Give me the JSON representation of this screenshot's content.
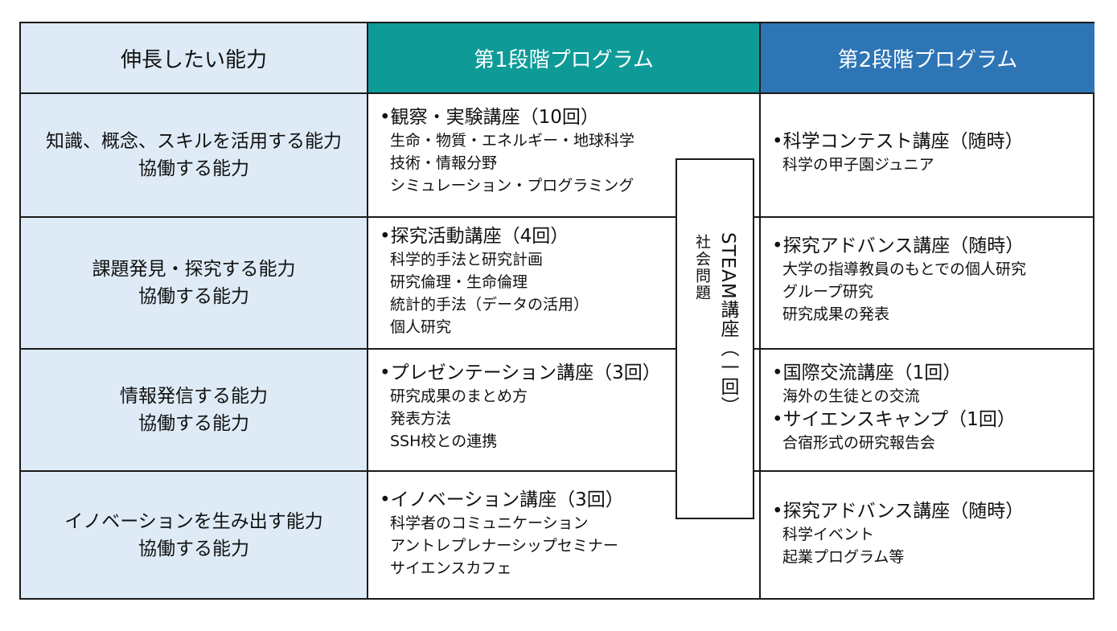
{
  "headers": [
    "伸長したい能力",
    "第1段階プログラム",
    "第2段階プログラム"
  ],
  "rows": [
    {
      "abilities": [
        "知識、概念、スキルを活用する能力",
        "協働する能力"
      ],
      "stage1": [
        {
          "title": "•観察・実験講座（10回）",
          "lines": [
            "生命・物質・エネルギー・地球科学",
            "技術・情報分野",
            "シミュレーション・プログラミング"
          ]
        }
      ],
      "stage2": [
        {
          "title": "•科学コンテスト講座（随時）",
          "lines": [
            "科学の甲子園ジュニア"
          ]
        }
      ]
    },
    {
      "abilities": [
        "課題発見・探究する能力",
        "協働する能力"
      ],
      "stage1": [
        {
          "title": "•探究活動講座（4回）",
          "lines": [
            "科学的手法と研究計画",
            "研究倫理・生命倫理",
            "統計的手法（データの活用）",
            "個人研究"
          ]
        }
      ],
      "stage2": [
        {
          "title": "•探究アドバンス講座（随時）",
          "lines": [
            "大学の指導教員のもとでの個人研究",
            "グループ研究",
            "研究成果の発表"
          ]
        }
      ]
    },
    {
      "abilities": [
        "情報発信する能力",
        "協働する能力"
      ],
      "stage1": [
        {
          "title": "•プレゼンテーション講座（3回）",
          "lines": [
            "研究成果のまとめ方",
            "発表方法",
            "SSH校との連携"
          ]
        }
      ],
      "stage2": [
        {
          "title": "•国際交流講座（1回）",
          "lines": [
            "海外の生徒との交流"
          ]
        },
        {
          "title": "•サイエンスキャンプ（1回）",
          "lines": [
            "合宿形式の研究報告会"
          ]
        }
      ]
    },
    {
      "abilities": [
        "イノベーションを生み出す能力",
        "協働する能力"
      ],
      "stage1": [
        {
          "title": "•イノベーション講座（3回）",
          "lines": [
            "科学者のコミュニケーション",
            "アントレプレナーシップセミナー",
            "サイエンスカフェ"
          ]
        }
      ],
      "stage2": [
        {
          "title": "•探究アドバンス講座（随時）",
          "lines": [
            "科学イベント",
            "起業プログラム等"
          ]
        }
      ]
    }
  ],
  "steam": {
    "main": "STEAM講座（一回）",
    "side": "社会問題"
  }
}
